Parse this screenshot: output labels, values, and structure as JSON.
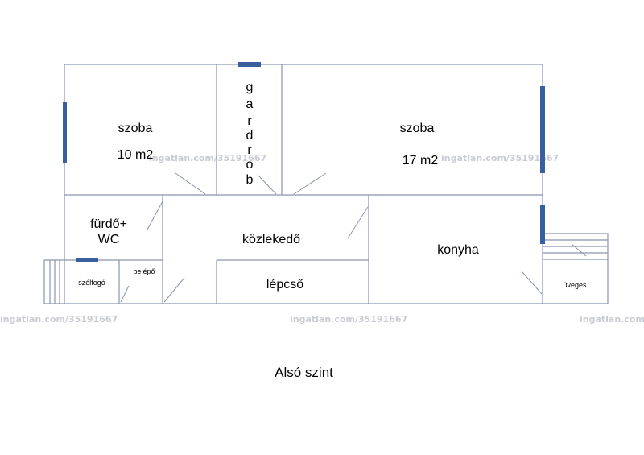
{
  "rooms": {
    "szoba_left": {
      "name": "szoba",
      "area": "10 m2"
    },
    "gardrob": {
      "letters": [
        "g",
        "a",
        "r",
        "d",
        "r",
        "o",
        "b"
      ]
    },
    "szoba_right": {
      "name": "szoba",
      "area": "17 m2"
    },
    "furdo": {
      "line1": "fürdő+",
      "line2": "WC"
    },
    "kozlekedo": {
      "name": "közlekedő"
    },
    "konyha": {
      "name": "konyha"
    },
    "lepcso": {
      "name": "lépcső"
    },
    "szelfogo": {
      "name": "szélfogó"
    },
    "belepo": {
      "name": "belépő"
    },
    "uveges": {
      "name": "üveges"
    }
  },
  "watermark": {
    "text": "ingatlan.com/35191667"
  },
  "caption": "Alsó szint",
  "colors": {
    "wall": "#8a94ad",
    "window": "#3a5f9e"
  }
}
